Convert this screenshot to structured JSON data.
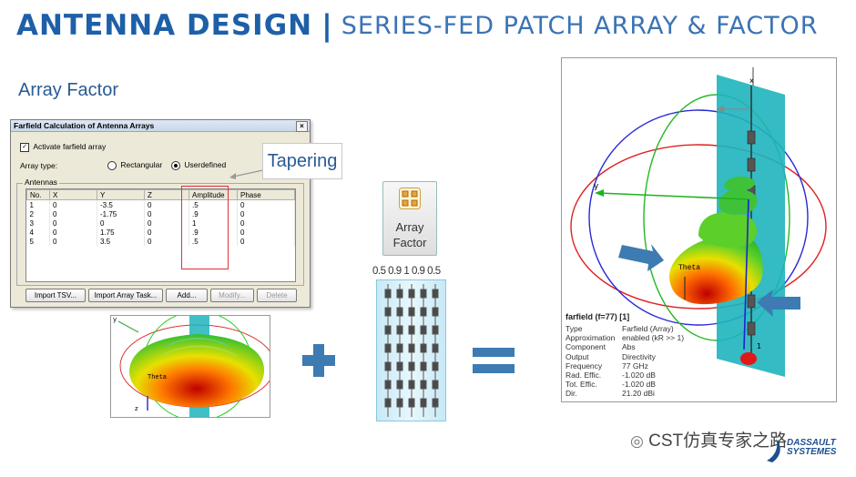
{
  "header": {
    "title_bold": "ANTENNA DESIGN",
    "separator": "|",
    "title_thin": "SERIES-FED PATCH ARRAY & FACTOR"
  },
  "section": {
    "subtitle": "Array Factor"
  },
  "dialog": {
    "title": "Farfield Calculation of Antenna Arrays",
    "close": "×",
    "activate_label": "Activate farfield array",
    "activate_checked": true,
    "array_type_label": "Array type:",
    "option_rectangular": "Rectangular",
    "option_userdefined": "Userdefined",
    "selected_type": "Userdefined",
    "group_label": "Antennas",
    "columns": [
      "No.",
      "X",
      "Y",
      "Z",
      "Amplitude",
      "Phase"
    ],
    "rows": [
      [
        "1",
        "0",
        "-3.5",
        "0",
        ".5",
        "0"
      ],
      [
        "2",
        "0",
        "-1.75",
        "0",
        ".9",
        "0"
      ],
      [
        "3",
        "0",
        "0",
        "0",
        "1",
        "0"
      ],
      [
        "4",
        "0",
        "1.75",
        "0",
        ".9",
        "0"
      ],
      [
        "5",
        "0",
        "3.5",
        "0",
        ".5",
        "0"
      ]
    ],
    "buttons": {
      "import_tsv": "Import TSV...",
      "import_task": "Import Array Task...",
      "add": "Add...",
      "modify": "Modify...",
      "delete": "Delete"
    }
  },
  "callout": {
    "tapering": "Tapering"
  },
  "array_factor_button": {
    "line1": "Array",
    "line2": "Factor",
    "icon": "array-grid-icon"
  },
  "amplitudes_label": "0.5 0.9 1 0.9 0.5",
  "small_plot": {
    "theta_label": "Theta",
    "axis_y": "y",
    "axis_z": "z"
  },
  "result": {
    "theta_label": "Theta",
    "axis_x": "x",
    "axis_y": "y",
    "axis_1": "1",
    "info_title": "farfield (f=77) [1]",
    "info": [
      {
        "k": "Type",
        "v": "Farfield (Array)"
      },
      {
        "k": "Approximation",
        "v": "enabled (kR >> 1)"
      },
      {
        "k": "Component",
        "v": "Abs"
      },
      {
        "k": "Output",
        "v": "Directivity"
      },
      {
        "k": "Frequency",
        "v": "77 GHz"
      },
      {
        "k": "Rad. Effic.",
        "v": "-1.020 dB"
      },
      {
        "k": "Tot. Effic.",
        "v": "-1.020 dB"
      },
      {
        "k": "Dir.",
        "v": "21.20 dBi"
      }
    ]
  },
  "watermark": {
    "text": "CST仿真专家之路",
    "logo_line1": "DASSAULT",
    "logo_line2": "SYSTEMES"
  },
  "colors": {
    "title": "#1e5fa8",
    "accent": "#2a5a95",
    "plane": "#1eb4bd",
    "highlight": "#e0303a",
    "operator": "#3d7bb2"
  }
}
